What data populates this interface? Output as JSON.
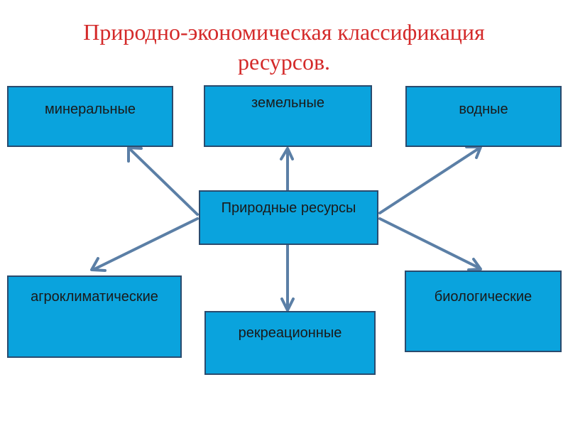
{
  "title": {
    "line1": "Природно-экономическая классификация",
    "line2": "ресурсов."
  },
  "center": {
    "label": "Природные ресурсы"
  },
  "nodes": {
    "mineral": "минеральные",
    "land": "земельные",
    "water": "водные",
    "agroclimatic": "агроклиматические",
    "recreational": "рекреационные",
    "biological": "биологические"
  },
  "colors": {
    "box_fill": "#0aa3dd",
    "box_border": "#2a4b6e",
    "arrow": "#5b7fa6",
    "title": "#d42a2a"
  }
}
